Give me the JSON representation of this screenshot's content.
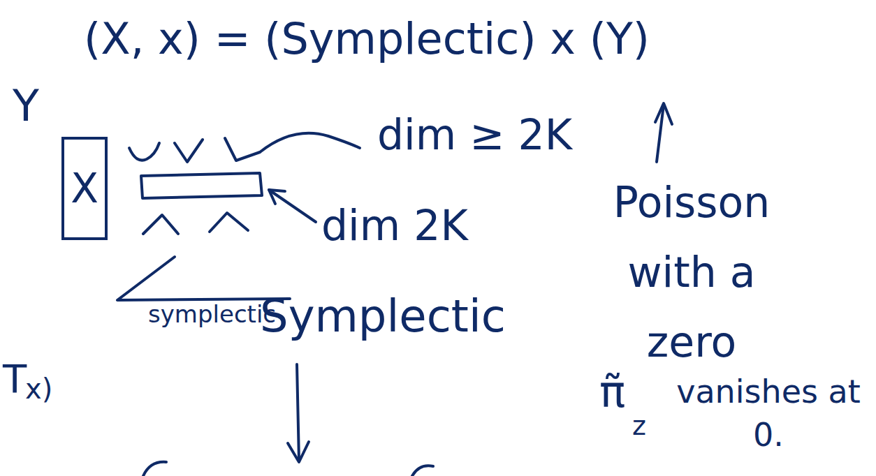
{
  "diagram": {
    "nodes": [
      {
        "text": [
          "X"
        ]
      }
    ],
    "labels": [
      "(X, x) = (Symplectic) x (Y)",
      "Y",
      "dim ≥ 2K",
      "dim 2K",
      "symplectic",
      "Symplectic",
      "Poisson with a zero",
      "π̃",
      "z",
      "vanishes at 0.",
      "T",
      "x)"
    ]
  }
}
